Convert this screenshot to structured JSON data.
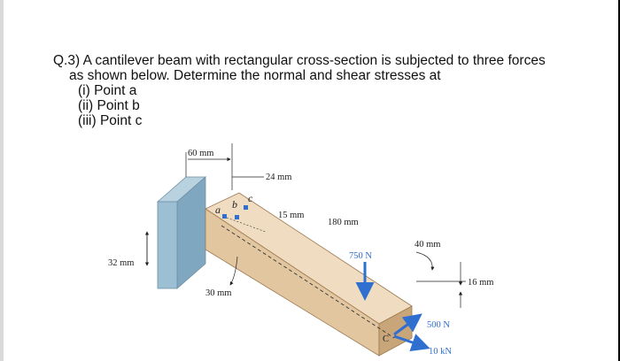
{
  "question": {
    "number": "Q.3)",
    "text_line1": "A cantilever beam with rectangular cross-section is subjected to three forces",
    "text_line2": "as shown below. Determine the normal and shear stresses at",
    "items": [
      "(i) Point a",
      "(ii) Point b",
      "(iii) Point c"
    ]
  },
  "figure": {
    "dims": {
      "wall_width": "60 mm",
      "beam_width": "24 mm",
      "depth_to_b": "15 mm",
      "length_to_load": "180 mm",
      "offset_end": "40 mm",
      "beam_height": "32 mm",
      "end_offset": "16 mm",
      "bottom_dim": "30 mm"
    },
    "points": {
      "a": "a",
      "b": "b",
      "c": "c",
      "C": "C"
    },
    "forces": {
      "vertical": "750 N",
      "lateral": "500 N",
      "axial": "10 kN"
    },
    "colors": {
      "wall": "#9dbfd3",
      "beam_top": "#f0dcc0",
      "beam_front": "#e2c6a0",
      "beam_side": "#c9a57a",
      "force": "#2f6fd0"
    }
  }
}
